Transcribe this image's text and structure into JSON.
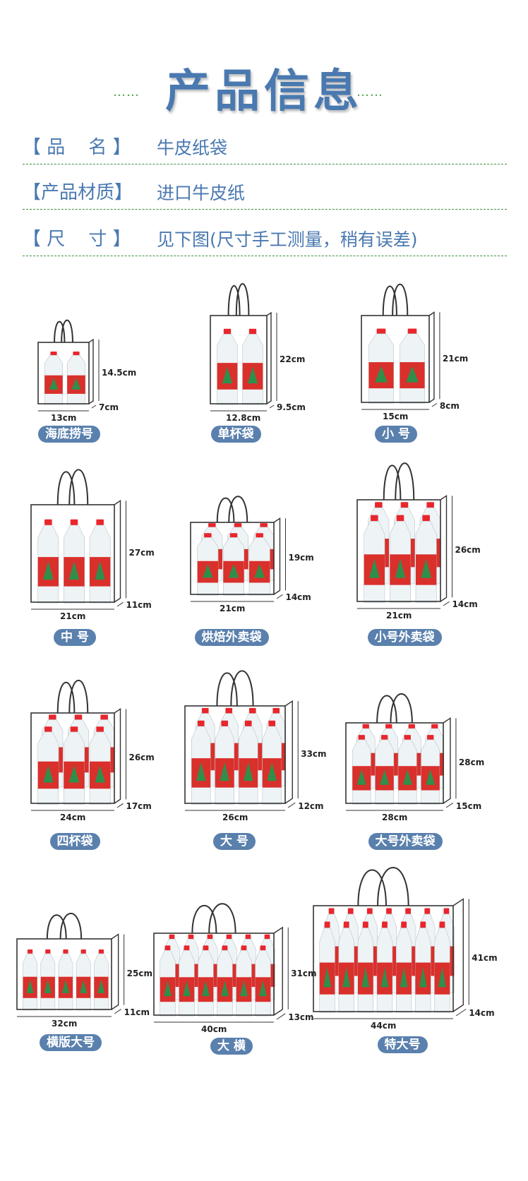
{
  "page_title": "产品信息",
  "title_dots": "……",
  "info_rows": [
    {
      "label": "【 品    名 】",
      "value": "牛皮纸袋"
    },
    {
      "label": "【产品材质】",
      "value": "进口牛皮纸"
    },
    {
      "label": "【 尺    寸 】",
      "value": "见下图(尺寸手工测量，稍有误差)"
    }
  ],
  "products": [
    {
      "name": "海底捞号",
      "width": "13cm",
      "depth": "7cm",
      "height": "14.5cm",
      "bottles": 2,
      "rows": 1
    },
    {
      "name": "单杯袋",
      "width": "12.8cm",
      "depth": "9.5cm",
      "height": "22cm",
      "bottles": 2,
      "rows": 1
    },
    {
      "name": "小 号",
      "width": "15cm",
      "depth": "8cm",
      "height": "21cm",
      "bottles": 2,
      "rows": 1
    },
    {
      "name": "中 号",
      "width": "21cm",
      "depth": "11cm",
      "height": "27cm",
      "bottles": 3,
      "rows": 1
    },
    {
      "name": "烘焙外卖袋",
      "width": "21cm",
      "depth": "14cm",
      "height": "19cm",
      "bottles": 3,
      "rows": 2
    },
    {
      "name": "小号外卖袋",
      "width": "21cm",
      "depth": "14cm",
      "height": "26cm",
      "bottles": 3,
      "rows": 2
    },
    {
      "name": "四杯袋",
      "width": "24cm",
      "depth": "17cm",
      "height": "26cm",
      "bottles": 3,
      "rows": 2
    },
    {
      "name": "大 号",
      "width": "26cm",
      "depth": "12cm",
      "height": "33cm",
      "bottles": 4,
      "rows": 2
    },
    {
      "name": "大号外卖袋",
      "width": "28cm",
      "depth": "15cm",
      "height": "28cm",
      "bottles": 4,
      "rows": 2
    },
    {
      "name": "横版大号",
      "width": "32cm",
      "depth": "11cm",
      "height": "25cm",
      "bottles": 5,
      "rows": 1
    },
    {
      "name": "大 横",
      "width": "40cm",
      "depth": "13cm",
      "height": "31cm",
      "bottles": 6,
      "rows": 2
    },
    {
      "name": "特大号",
      "width": "44cm",
      "depth": "14cm",
      "height": "41cm",
      "bottles": 7,
      "rows": 2
    }
  ],
  "colors": {
    "title": "#4a79b0",
    "badge": "#5a80ad",
    "bottle_label": "#d9302c",
    "cap": "#e8262c",
    "rule": "#3f8f3f"
  }
}
